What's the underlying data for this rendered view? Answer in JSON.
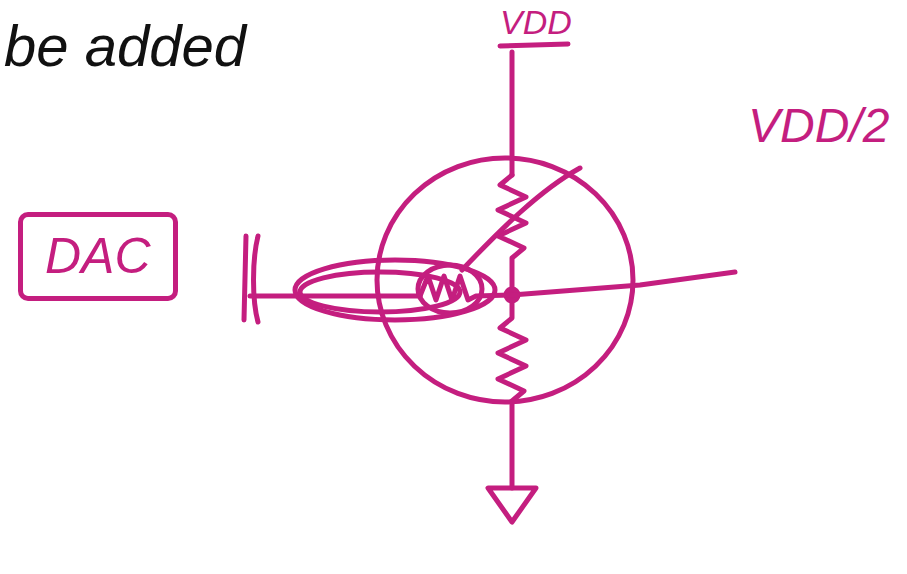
{
  "diagram": {
    "nodes": [
      {
        "text": [
          "DAC"
        ]
      }
    ],
    "labels": [
      "be added",
      "VDD",
      "VDD/2"
    ]
  }
}
